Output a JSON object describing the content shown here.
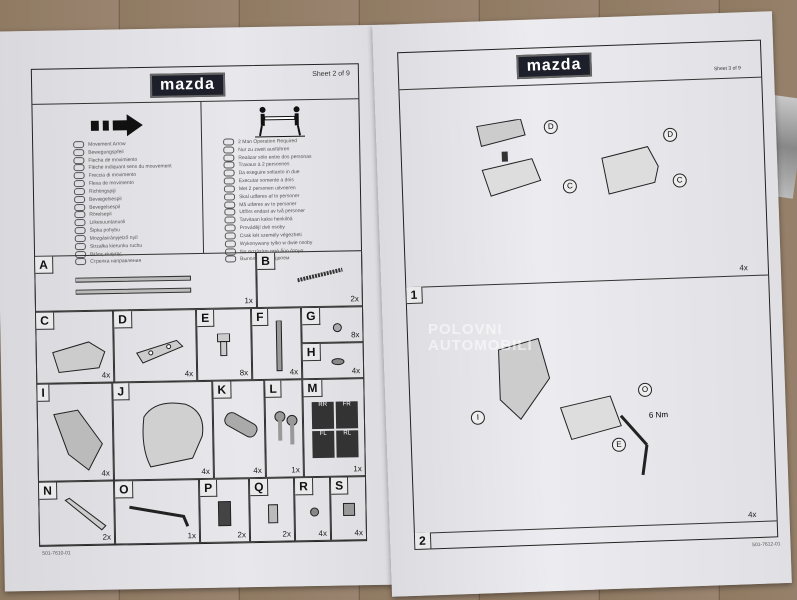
{
  "left_sheet": {
    "logo": "mazda",
    "sheet": "Sheet 2 of 9",
    "legend_left": [
      "Movement Arrow",
      "Bewegungspfeil",
      "Flecha de movimiento",
      "Flèche indiquant sens du mouvement",
      "Freccia di movimento",
      "Flexa de movimento",
      "Richtingspijl",
      "Bevægelsespil",
      "Bevegelsespil",
      "Rörelsepil",
      "Liikesuuntanuoli",
      "Šipka pohybu",
      "Mozgásirányjelző nyíl",
      "Strzałka kierunku ruchu",
      "Βέλος κίνησης",
      "Стрелка направления"
    ],
    "legend_right": [
      "2 Man Operation Required",
      "Nur zu zweit ausführen",
      "Realizar sólo entre dos personas",
      "Travaux à 2 personnes",
      "Da eseguire soltanto in due",
      "Executar somente a dois",
      "Met 2 personen uitvoeren",
      "Skal udføres af to personer",
      "Må utføres av to personer",
      "Utförs endast av två personer",
      "Tarvitaan kaksi henkilöä",
      "Provádějí dvě osoby",
      "Csak két személy végezheti",
      "Wykonywany tylko w dwie osoby",
      "Να εκτελείται από δύο άτομα",
      "Выполняется вдвоем"
    ],
    "parts": [
      {
        "id": "A",
        "qty": "1x"
      },
      {
        "id": "B",
        "qty": "2x"
      },
      {
        "id": "C",
        "qty": "4x"
      },
      {
        "id": "D",
        "qty": "4x"
      },
      {
        "id": "E",
        "qty": "8x"
      },
      {
        "id": "F",
        "qty": "4x"
      },
      {
        "id": "G",
        "qty": "8x"
      },
      {
        "id": "H",
        "qty": "4x"
      },
      {
        "id": "I",
        "qty": "4x"
      },
      {
        "id": "J",
        "qty": "4x"
      },
      {
        "id": "K",
        "qty": "4x"
      },
      {
        "id": "L",
        "qty": "1x"
      },
      {
        "id": "M",
        "qty": "1x"
      },
      {
        "id": "N",
        "qty": "2x"
      },
      {
        "id": "O",
        "qty": "1x"
      },
      {
        "id": "P",
        "qty": "2x"
      },
      {
        "id": "Q",
        "qty": "2x"
      },
      {
        "id": "R",
        "qty": "4x"
      },
      {
        "id": "S",
        "qty": "4x"
      }
    ],
    "m_labels": [
      "RR",
      "FR",
      "FL",
      "RL"
    ],
    "footer": "501-7610-01"
  },
  "right_sheet": {
    "logo": "mazda",
    "sheet": "Sheet 3 of 9",
    "top_qty": "4x",
    "top_callouts": [
      "D",
      "C",
      "D",
      "C"
    ],
    "step1": {
      "num": "1",
      "qty": "4x",
      "callouts": [
        "I",
        "E",
        "O"
      ],
      "torque": "6 Nm"
    },
    "step2": {
      "num": "2"
    },
    "footer": "501-7612-01"
  },
  "watermark": [
    "POLOVNI",
    "AUTOMOBILI"
  ]
}
